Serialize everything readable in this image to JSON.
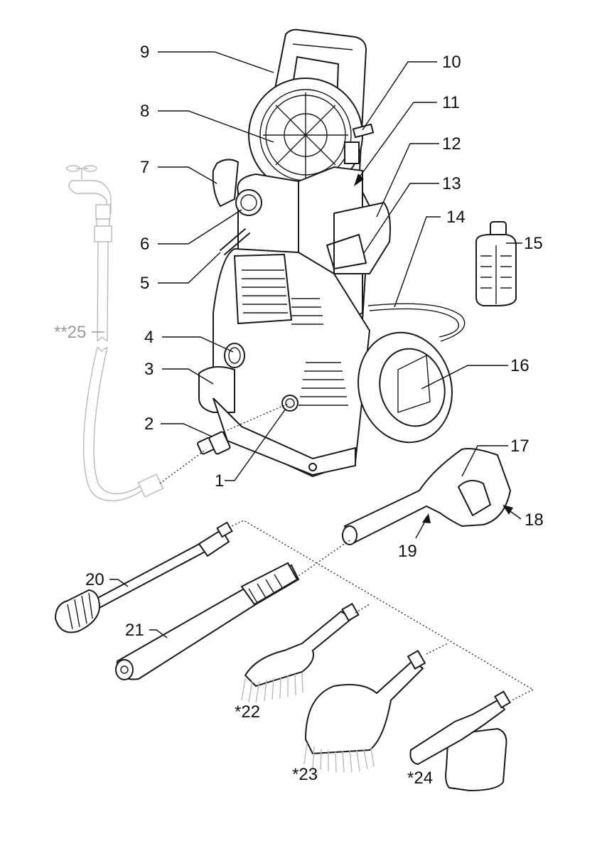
{
  "figure": {
    "type": "exploded-parts-diagram",
    "subject": "pressure washer with accessories",
    "callouts": [
      {
        "id": "1",
        "label": "1",
        "style": "standard"
      },
      {
        "id": "2",
        "label": "2",
        "style": "standard"
      },
      {
        "id": "3",
        "label": "3",
        "style": "standard"
      },
      {
        "id": "4",
        "label": "4",
        "style": "standard"
      },
      {
        "id": "5",
        "label": "5",
        "style": "standard"
      },
      {
        "id": "6",
        "label": "6",
        "style": "standard"
      },
      {
        "id": "7",
        "label": "7",
        "style": "standard"
      },
      {
        "id": "8",
        "label": "8",
        "style": "standard"
      },
      {
        "id": "9",
        "label": "9",
        "style": "standard"
      },
      {
        "id": "10",
        "label": "10",
        "style": "standard"
      },
      {
        "id": "11",
        "label": "11",
        "style": "arrow"
      },
      {
        "id": "12",
        "label": "12",
        "style": "standard"
      },
      {
        "id": "13",
        "label": "13",
        "style": "standard"
      },
      {
        "id": "14",
        "label": "14",
        "style": "standard"
      },
      {
        "id": "15",
        "label": "15",
        "style": "standard"
      },
      {
        "id": "16",
        "label": "16",
        "style": "standard"
      },
      {
        "id": "17",
        "label": "17",
        "style": "standard"
      },
      {
        "id": "18",
        "label": "18",
        "style": "arrow"
      },
      {
        "id": "19",
        "label": "19",
        "style": "arrow"
      },
      {
        "id": "20",
        "label": "20",
        "style": "standard"
      },
      {
        "id": "21",
        "label": "21",
        "style": "standard"
      },
      {
        "id": "22",
        "label": "*22",
        "style": "optional"
      },
      {
        "id": "23",
        "label": "*23",
        "style": "optional"
      },
      {
        "id": "24",
        "label": "*24",
        "style": "optional"
      },
      {
        "id": "25",
        "label": "**25",
        "style": "not-included"
      }
    ],
    "colors": {
      "ink": "#1a1a1a",
      "not_included": "#9a9a9a",
      "background": "#ffffff"
    }
  }
}
